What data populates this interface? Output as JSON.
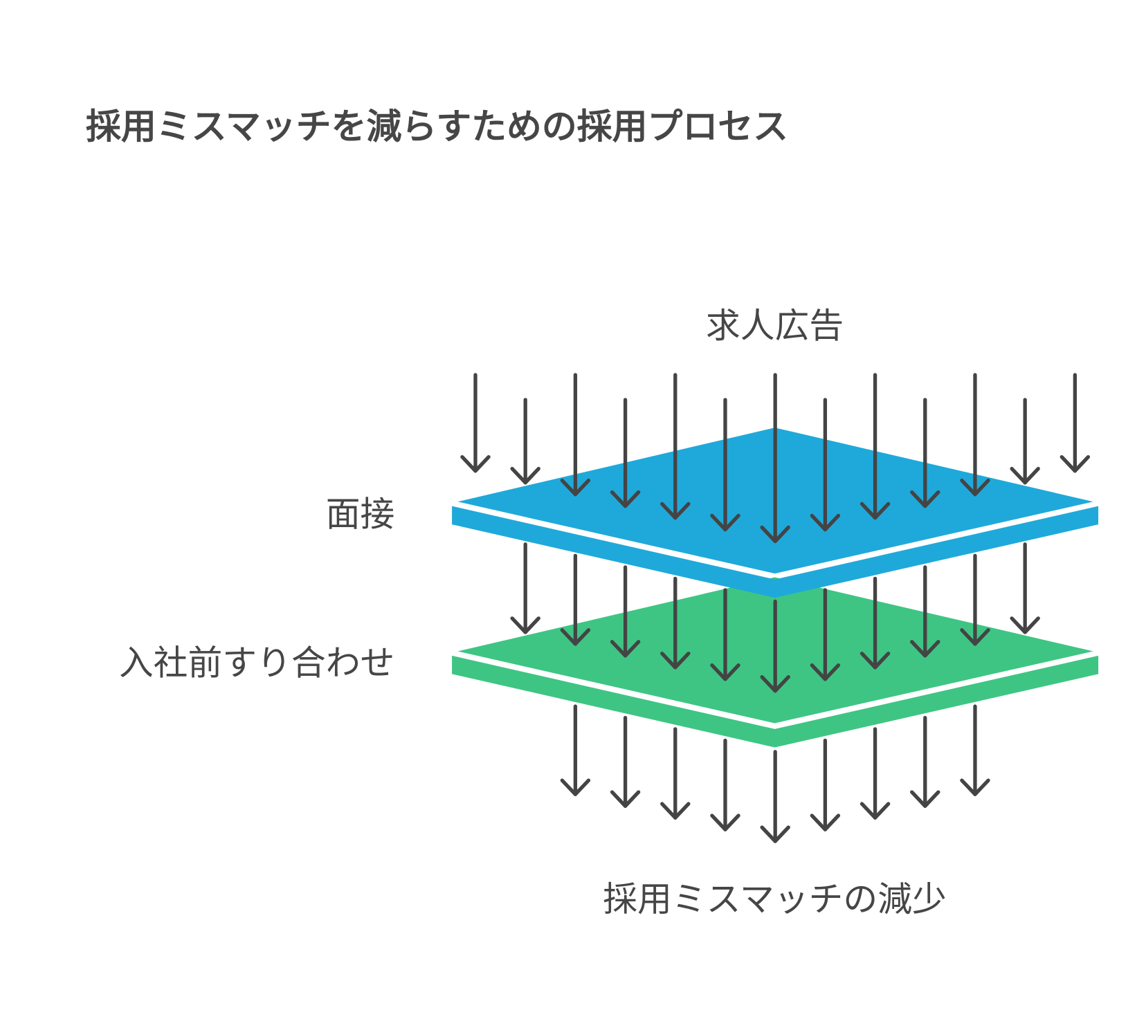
{
  "title": "採用ミスマッチを減らすための採用プロセス",
  "labels": {
    "input": "求人広告",
    "layer1": "面接",
    "layer2": "入社前すり合わせ",
    "output": "採用ミスマッチの減少"
  },
  "layers": [
    {
      "name": "面接",
      "color": "#1FA9DA"
    },
    {
      "name": "入社前すり合わせ",
      "color": "#3EC584"
    }
  ],
  "arrow_counts": {
    "incoming": 13,
    "after_layer1": 11,
    "after_layer2": 9
  },
  "arrow_color": "#444444"
}
